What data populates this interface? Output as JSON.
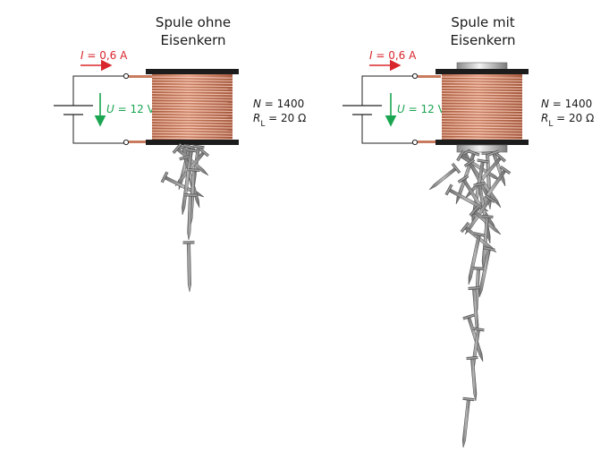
{
  "colors": {
    "current": "#d9262c",
    "voltage": "#1aa551",
    "copper": "#d2876a",
    "winding": "#e9b39c",
    "flange": "#1c1c1c",
    "nail": "#8e8e8e",
    "nail_edge": "#4a4a4a",
    "wire": "#222222"
  },
  "panels": [
    {
      "title_line1": "Spule ohne",
      "title_line2": "Eisenkern",
      "current_symbol": "I",
      "current_value": " = 0,6 A",
      "voltage_symbol": "U",
      "voltage_value": " = 12 V",
      "turns_symbol": "N",
      "turns_value": " = 1400",
      "resistance_symbol": "R",
      "resistance_subscript": "L",
      "resistance_value": " = 20 Ω",
      "has_iron_core": false
    },
    {
      "title_line1": "Spule mit",
      "title_line2": "Eisenkern",
      "current_symbol": "I",
      "current_value": " = 0,6 A",
      "voltage_symbol": "U",
      "voltage_value": " = 12 V",
      "turns_symbol": "N",
      "turns_value": " = 1400",
      "resistance_symbol": "R",
      "resistance_subscript": "L",
      "resistance_value": " = 20 Ω",
      "has_iron_core": true
    }
  ]
}
